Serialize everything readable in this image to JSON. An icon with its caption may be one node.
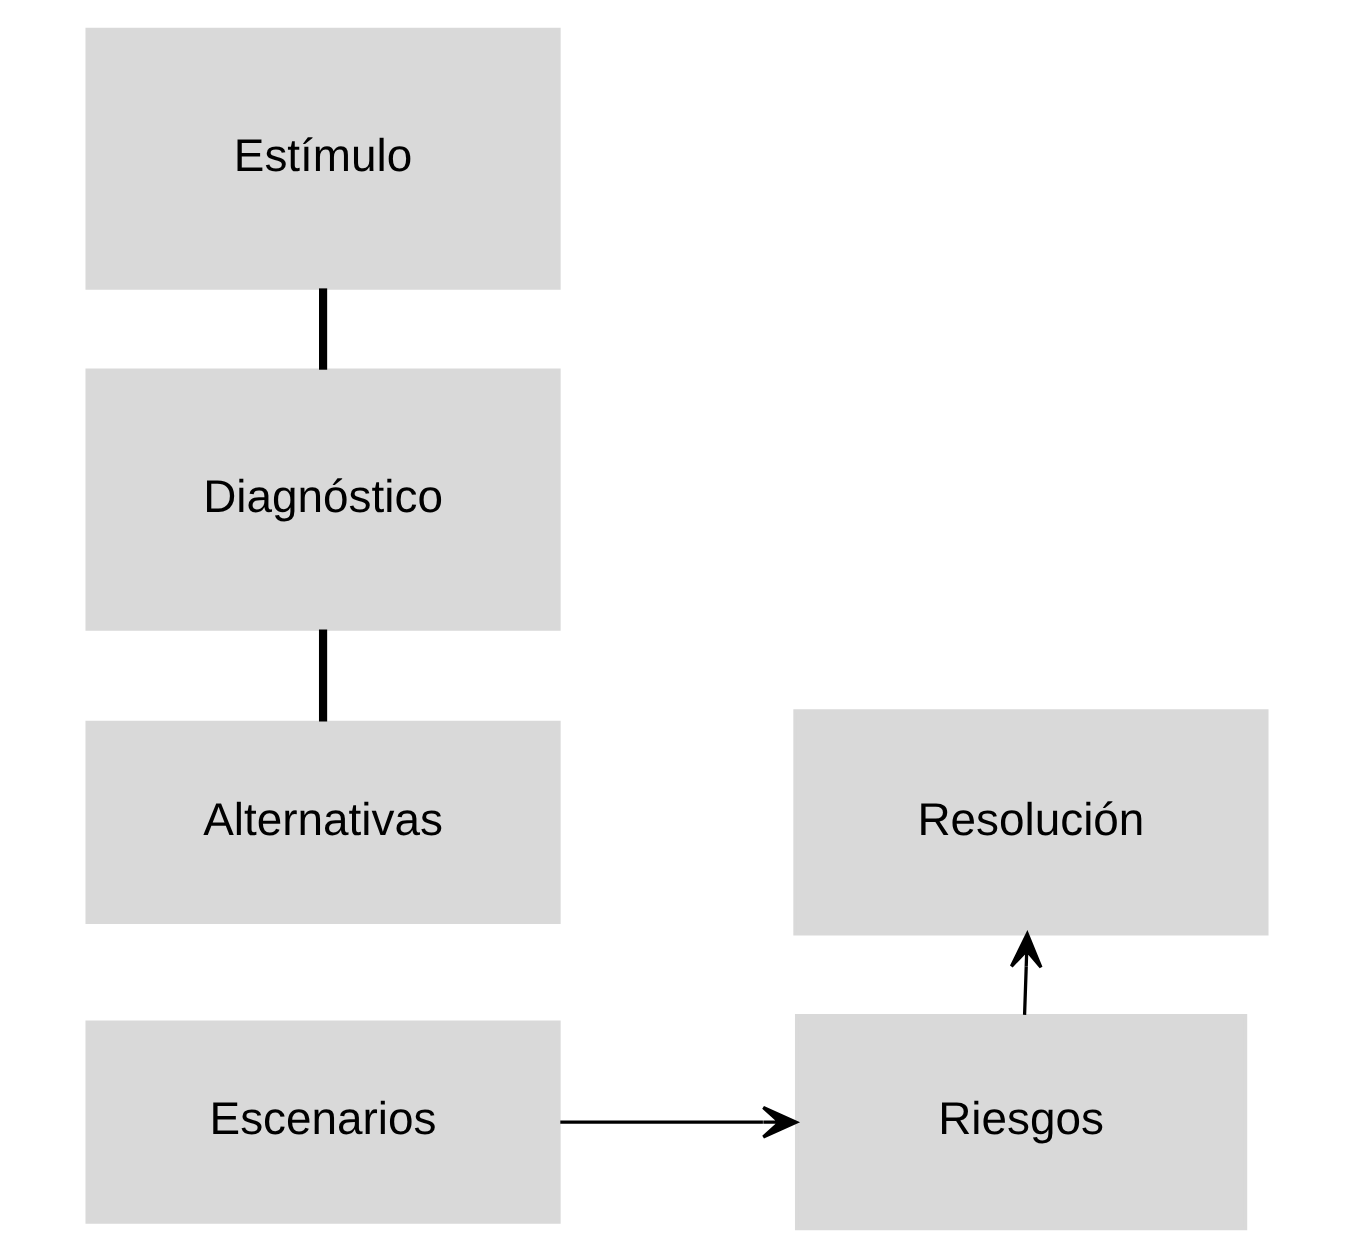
{
  "diagram": {
    "nodes": [
      {
        "text": [
          "Estímulo"
        ]
      },
      {
        "text": [
          "Diagnóstico"
        ]
      },
      {
        "text": [
          "Alternativas"
        ]
      },
      {
        "text": [
          "Escenarios"
        ]
      },
      {
        "text": [
          "Riesgos"
        ]
      },
      {
        "text": [
          "Resolución"
        ]
      }
    ],
    "edges": [
      {
        "from": 0,
        "to": 1,
        "arrow": "none",
        "style": "thick"
      },
      {
        "from": 1,
        "to": 2,
        "arrow": "none",
        "style": "thick"
      },
      {
        "from": 3,
        "to": 4,
        "arrow": "to"
      },
      {
        "from": 4,
        "to": 5,
        "arrow": "to"
      }
    ]
  }
}
